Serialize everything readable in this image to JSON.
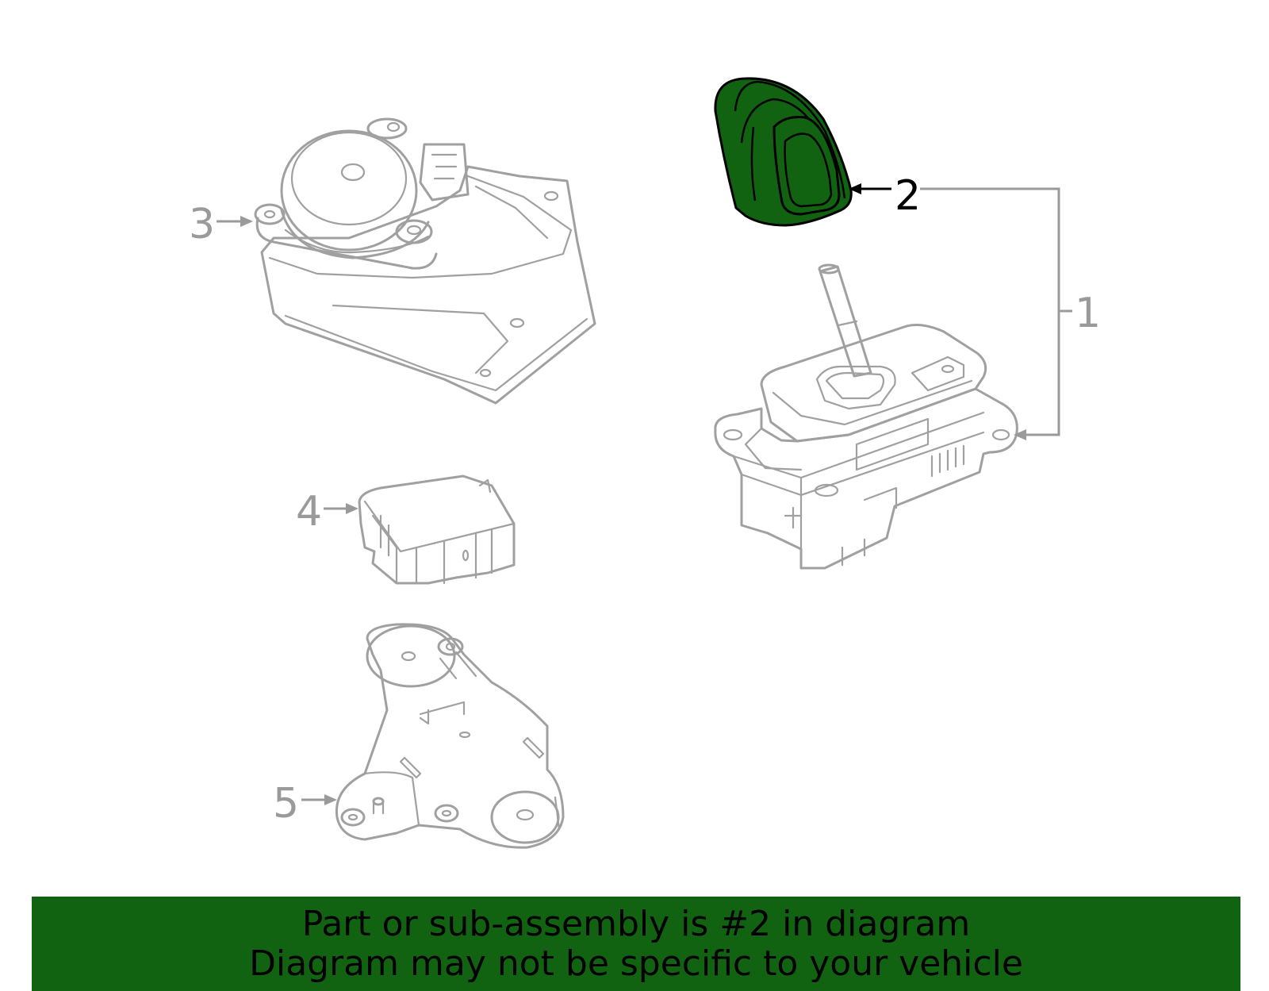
{
  "callouts": {
    "part_1": "1",
    "part_2": "2",
    "part_3": "3",
    "part_4": "4",
    "part_5": "5"
  },
  "highlighted_part": "2",
  "banner": {
    "line1": "Part or sub-assembly is #2 in diagram",
    "line2": "Diagram may not be specific to your vehicle"
  },
  "colors": {
    "highlight": "#116311",
    "outline": "#a0a0a0",
    "banner_bg": "#116311",
    "banner_text": "#000000"
  }
}
